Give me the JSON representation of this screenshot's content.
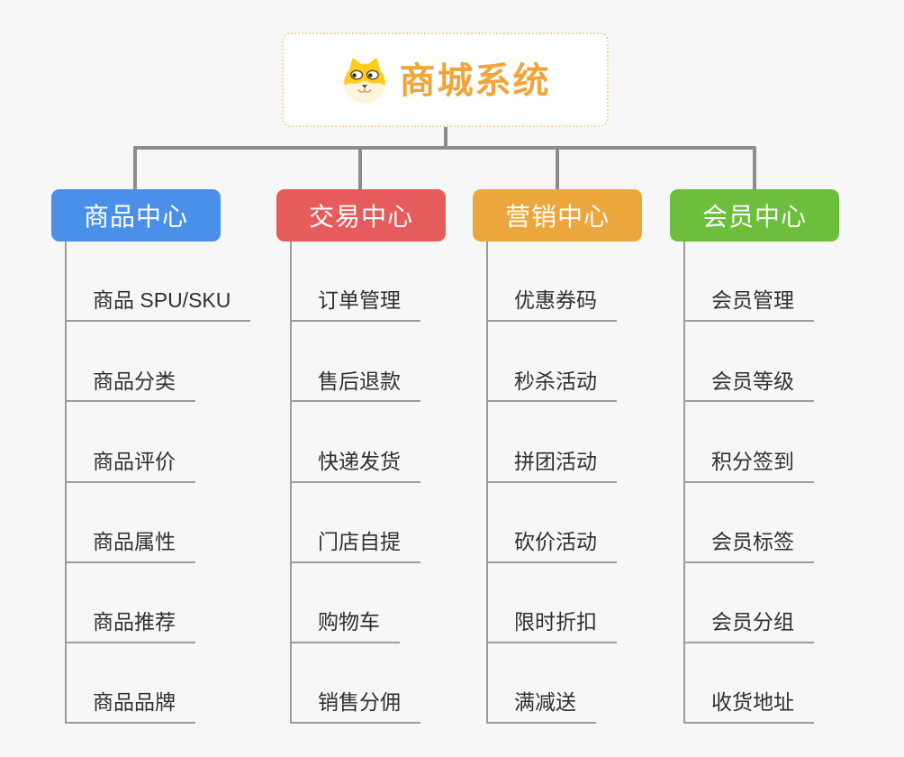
{
  "app": {
    "background_color": "#f7f7f7",
    "connector_color": "#8c8c8c",
    "leaf_line_color": "#9c9c9c",
    "leaf_text_color": "#303030"
  },
  "root": {
    "title": "商城系统",
    "title_color": "#f0a53c",
    "border_color": "#f2d4a0",
    "icon": "shiba-dog-icon"
  },
  "branches": [
    {
      "label": "商品中心",
      "color": "#4a90e8",
      "items": [
        "商品 SPU/SKU",
        "商品分类",
        "商品评价",
        "商品属性",
        "商品推荐",
        "商品品牌"
      ]
    },
    {
      "label": "交易中心",
      "color": "#e65c5c",
      "items": [
        "订单管理",
        "售后退款",
        "快递发货",
        "门店自提",
        "购物车",
        "销售分佣"
      ]
    },
    {
      "label": "营销中心",
      "color": "#eba73c",
      "items": [
        "优惠券码",
        "秒杀活动",
        "拼团活动",
        "砍价活动",
        "限时折扣",
        "满减送"
      ]
    },
    {
      "label": "会员中心",
      "color": "#6dbe3d",
      "items": [
        "会员管理",
        "会员等级",
        "积分签到",
        "会员标签",
        "会员分组",
        "收货地址"
      ]
    }
  ]
}
